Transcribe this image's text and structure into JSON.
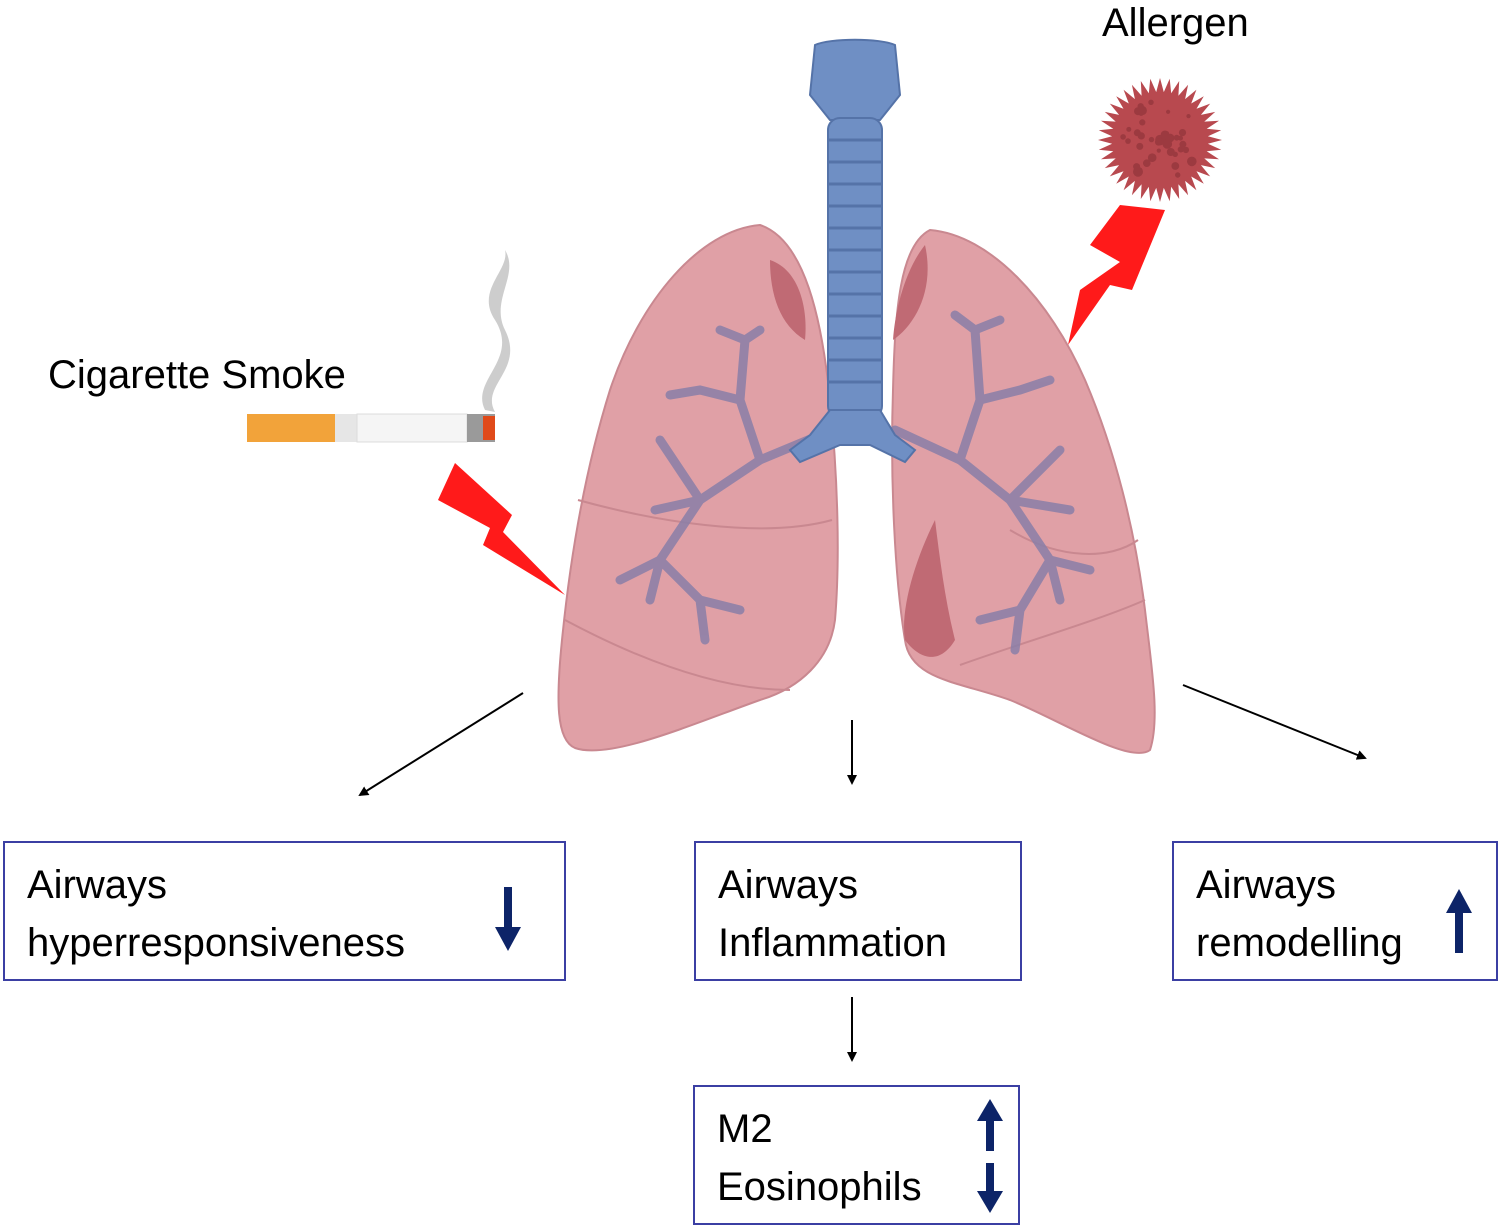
{
  "labels": {
    "cigarette": "Cigarette Smoke",
    "allergen": "Allergen"
  },
  "boxes": {
    "hyper": {
      "line1": "Airways",
      "line2": "hyperresponsiveness",
      "trend": "down"
    },
    "inflammation": {
      "line1": "Airways",
      "line2": "Inflammation"
    },
    "remodelling": {
      "line1": "Airways",
      "line2": "remodelling",
      "trend": "up"
    },
    "cells": {
      "line1": "M2",
      "line1_trend": "up",
      "line2": "Eosinophils",
      "line2_trend": "down"
    }
  },
  "colors": {
    "box_border": "#3b3fa3",
    "trend_arrow": "#0d2468",
    "lung": "#e0a0a6",
    "trachea": "#6f8fc4",
    "bolt": "#ff1a1a",
    "allergen": "#b8494f"
  },
  "icons": {
    "lungs": "lungs-icon",
    "cigarette": "cigarette-icon",
    "allergen": "pollen-icon",
    "bolt": "lightning-icon"
  }
}
